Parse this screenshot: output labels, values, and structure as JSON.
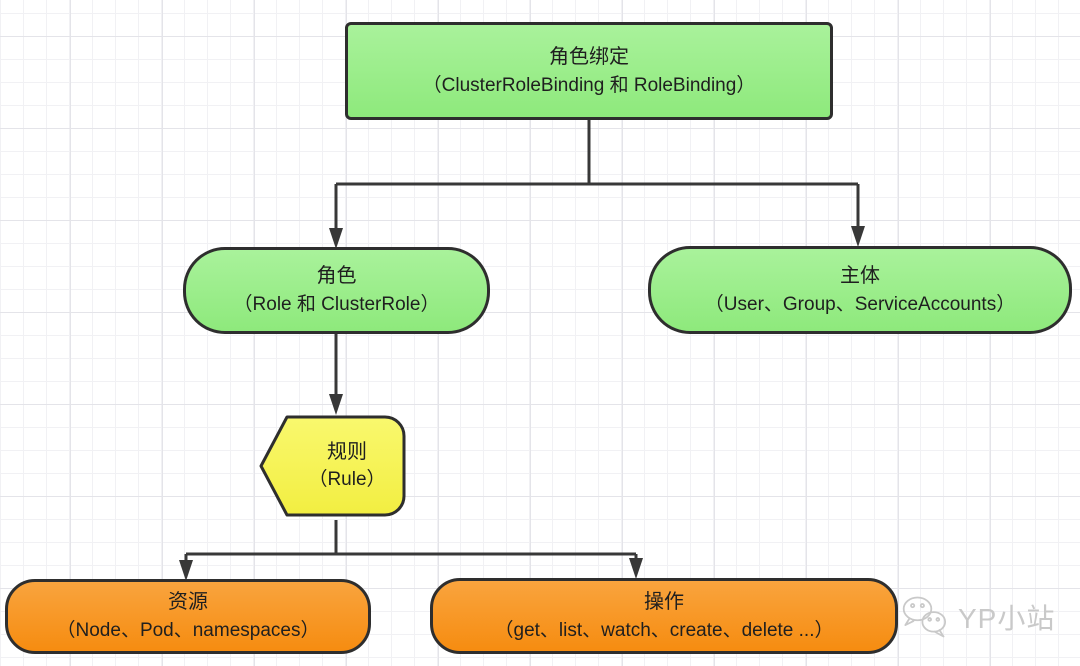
{
  "theme": {
    "node_green": "#9aed8a",
    "node_yellow": "#f7f551",
    "node_orange": "#f79522",
    "border_dark": "#2e2e2e",
    "connector": "#383838",
    "text_dark": "#1f1f1f",
    "grid_minor": "#f1f1f4",
    "grid_major": "#e4e4e9",
    "background": "#ffffff",
    "watermark_color": "#c9c9c9"
  },
  "diagram": {
    "nodes": {
      "role_binding": {
        "title": "角色绑定",
        "subtitle": "（ClusterRoleBinding 和 RoleBinding）",
        "shape": "rectangle",
        "color": "green"
      },
      "role": {
        "title": "角色",
        "subtitle": "（Role 和 ClusterRole）",
        "shape": "rounded",
        "color": "green"
      },
      "subject": {
        "title": "主体",
        "subtitle": "（User、Group、ServiceAccounts）",
        "shape": "rounded",
        "color": "green"
      },
      "rule": {
        "title": "规则",
        "subtitle": "（Rule）",
        "shape": "left-point-pentagon",
        "color": "yellow"
      },
      "resource": {
        "title": "资源",
        "subtitle": "（Node、Pod、namespaces）",
        "shape": "rounded",
        "color": "orange"
      },
      "verbs": {
        "title": "操作",
        "subtitle": "（get、list、watch、create、delete ...）",
        "shape": "rounded",
        "color": "orange"
      }
    },
    "edges": [
      {
        "from": "role_binding",
        "to": "role"
      },
      {
        "from": "role_binding",
        "to": "subject"
      },
      {
        "from": "role",
        "to": "rule"
      },
      {
        "from": "rule",
        "to": "resource"
      },
      {
        "from": "rule",
        "to": "verbs"
      }
    ]
  },
  "watermark": {
    "label": "YP小站",
    "icon": "wechat-icon"
  }
}
